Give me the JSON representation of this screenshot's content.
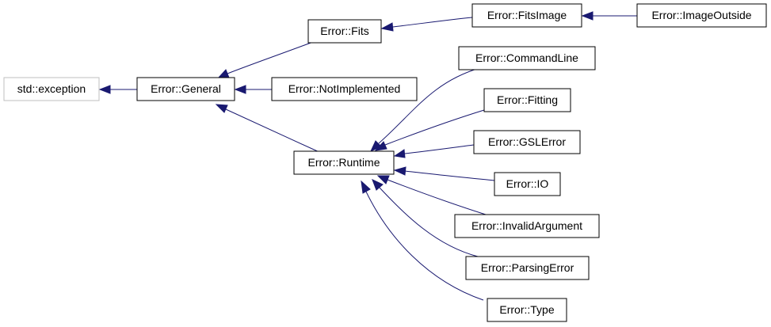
{
  "diagram": {
    "type": "class-inheritance-graph",
    "colors": {
      "edge": "#191970",
      "node_border": "#000000",
      "external_border": "#bfbfbf",
      "background": "#ffffff"
    },
    "nodes": {
      "std_exception": "std::exception",
      "general": "Error::General",
      "fits": "Error::Fits",
      "not_implemented": "Error::NotImplemented",
      "runtime": "Error::Runtime",
      "fits_image": "Error::FitsImage",
      "image_outside": "Error::ImageOutside",
      "command_line": "Error::CommandLine",
      "fitting": "Error::Fitting",
      "gsl_error": "Error::GSLError",
      "io": "Error::IO",
      "invalid_argument": "Error::InvalidArgument",
      "parsing_error": "Error::ParsingError",
      "type": "Error::Type"
    },
    "edges": [
      {
        "from": "general",
        "to": "std_exception"
      },
      {
        "from": "fits",
        "to": "general"
      },
      {
        "from": "not_implemented",
        "to": "general"
      },
      {
        "from": "runtime",
        "to": "general"
      },
      {
        "from": "fits_image",
        "to": "fits"
      },
      {
        "from": "image_outside",
        "to": "fits_image"
      },
      {
        "from": "command_line",
        "to": "runtime"
      },
      {
        "from": "fitting",
        "to": "runtime"
      },
      {
        "from": "gsl_error",
        "to": "runtime"
      },
      {
        "from": "io",
        "to": "runtime"
      },
      {
        "from": "invalid_argument",
        "to": "runtime"
      },
      {
        "from": "parsing_error",
        "to": "runtime"
      },
      {
        "from": "type",
        "to": "runtime"
      }
    ]
  }
}
